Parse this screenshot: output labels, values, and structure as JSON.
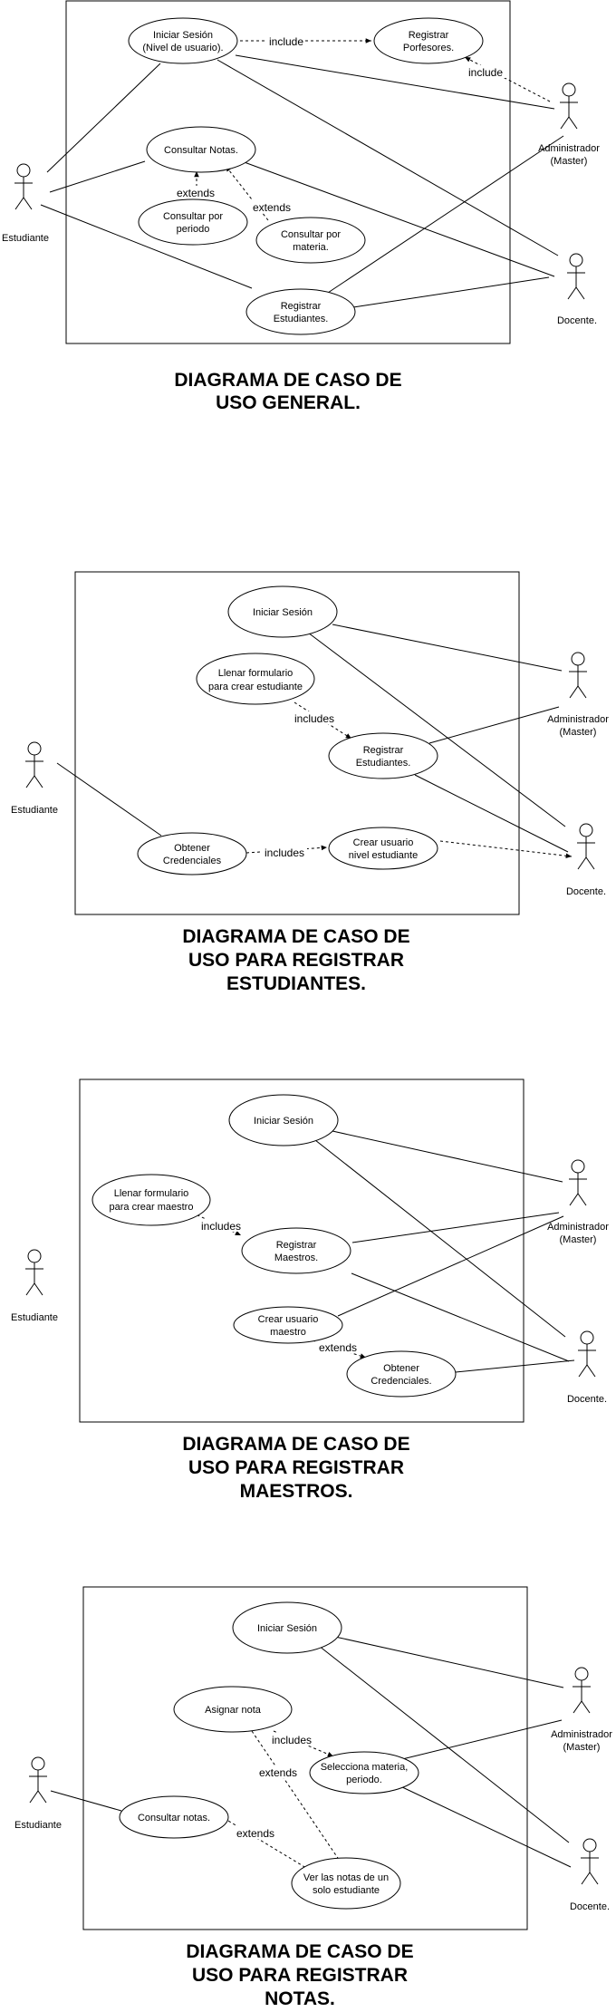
{
  "diagrams": [
    {
      "title": [
        "DIAGRAMA DE CASO DE",
        "USO GENERAL."
      ],
      "actors": {
        "estudiante": "Estudiante",
        "admin": [
          "Administrador",
          "(Master)"
        ],
        "docente": "Docente."
      },
      "use_cases": {
        "iniciar": [
          "Iniciar Sesión",
          "(Nivel de usuario)."
        ],
        "registrar_prof": [
          "Registrar",
          "Porfesores."
        ],
        "consultar": [
          "Consultar Notas."
        ],
        "por_periodo": [
          "Consultar por",
          "periodo"
        ],
        "por_materia": [
          "Consultar por",
          "materia."
        ],
        "registrar_est": [
          "Registrar",
          "Estudiantes."
        ]
      },
      "relations": {
        "include_a": "include",
        "include_b": "include",
        "extends_a": "extends",
        "extends_b": "extends"
      }
    },
    {
      "title": [
        "DIAGRAMA DE CASO DE",
        "USO PARA REGISTRAR",
        "ESTUDIANTES."
      ],
      "actors": {
        "estudiante": "Estudiante",
        "admin": [
          "Administrador",
          "(Master)"
        ],
        "docente": "Docente."
      },
      "use_cases": {
        "iniciar": [
          "Iniciar Sesión"
        ],
        "llenar": [
          "Llenar formulario",
          "para crear estudiante"
        ],
        "registrar": [
          "Registrar",
          "Estudiantes."
        ],
        "obtener": [
          "Obtener",
          "Credenciales"
        ],
        "crear": [
          "Crear usuario",
          "nivel estudiante"
        ]
      },
      "relations": {
        "includes_a": "includes",
        "includes_b": "includes"
      }
    },
    {
      "title": [
        "DIAGRAMA DE CASO DE",
        "USO PARA REGISTRAR",
        "MAESTROS."
      ],
      "actors": {
        "estudiante": "Estudiante",
        "admin": [
          "Administrador",
          "(Master)"
        ],
        "docente": "Docente."
      },
      "use_cases": {
        "iniciar": [
          "Iniciar Sesión"
        ],
        "llenar": [
          "Llenar formulario",
          "para crear maestro"
        ],
        "registrar": [
          "Registrar",
          "Maestros."
        ],
        "crear": [
          "Crear usuario",
          "maestro"
        ],
        "obtener": [
          "Obtener",
          "Credenciales."
        ]
      },
      "relations": {
        "includes_a": "includes",
        "extends_a": "extends"
      }
    },
    {
      "title": [
        "DIAGRAMA DE CASO DE",
        "USO PARA REGISTRAR",
        "NOTAS."
      ],
      "actors": {
        "estudiante": "Estudiante",
        "admin": [
          "Administrador",
          "(Master)"
        ],
        "docente": "Docente."
      },
      "use_cases": {
        "iniciar": [
          "Iniciar Sesión"
        ],
        "asignar": [
          "Asignar nota"
        ],
        "selecciona": [
          "Selecciona materia,",
          "periodo."
        ],
        "consultar": [
          "Consultar notas."
        ],
        "ver": [
          "Ver las notas de un",
          "solo estudiante"
        ]
      },
      "relations": {
        "includes_a": "includes",
        "extends_a": "extends",
        "extends_b": "extends"
      }
    }
  ]
}
